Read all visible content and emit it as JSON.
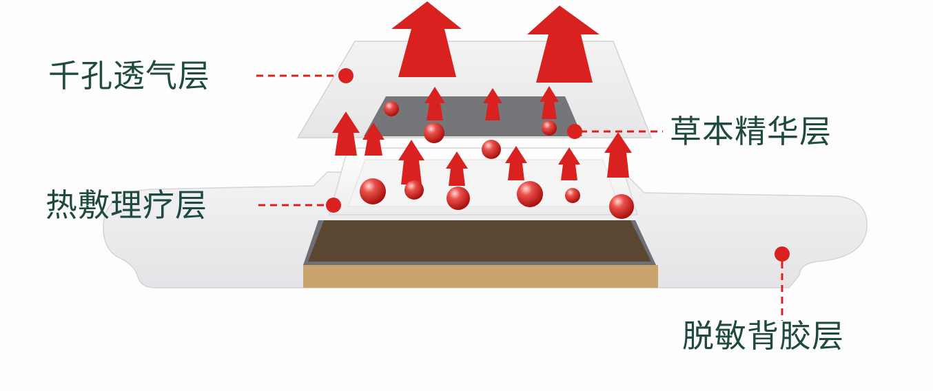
{
  "layers": [
    {
      "id": "perforated",
      "label": "千孔透气层"
    },
    {
      "id": "herbal",
      "label": "草本精华层"
    },
    {
      "id": "thermal",
      "label": "热敷理疗层"
    },
    {
      "id": "backing",
      "label": "脱敏背胶层"
    }
  ],
  "colors": {
    "label_text": "#1f4a40",
    "accent_red": "#d9211f",
    "herbal_pad": "#6a6b70",
    "thermal_pad": "#5a4631",
    "wood_base": "#c8a46c",
    "film": "#e8e8e8",
    "backing": "#ececee"
  }
}
